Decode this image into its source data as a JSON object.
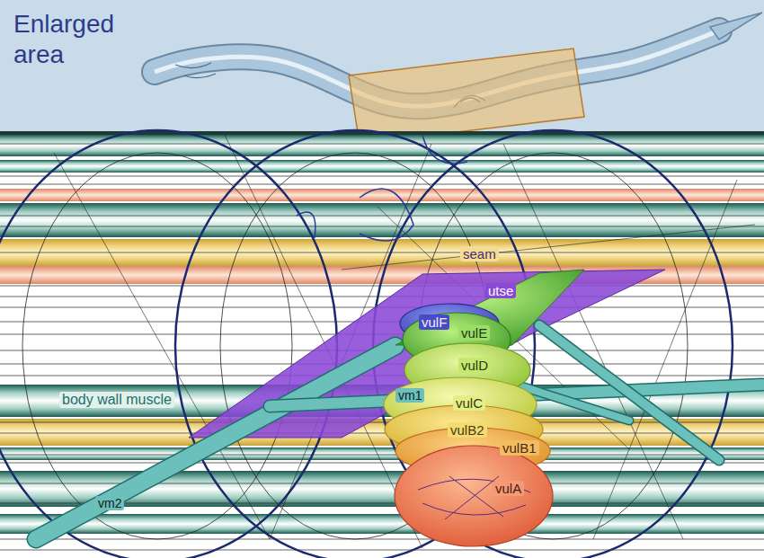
{
  "diagram": {
    "labels": [
      "Enlarged area",
      "seam",
      "utse",
      "vulF",
      "vulE",
      "vulD",
      "vulC",
      "vulB2",
      "vulB1",
      "vulA",
      "body wall muscle",
      "vm1",
      "vm2"
    ]
  }
}
